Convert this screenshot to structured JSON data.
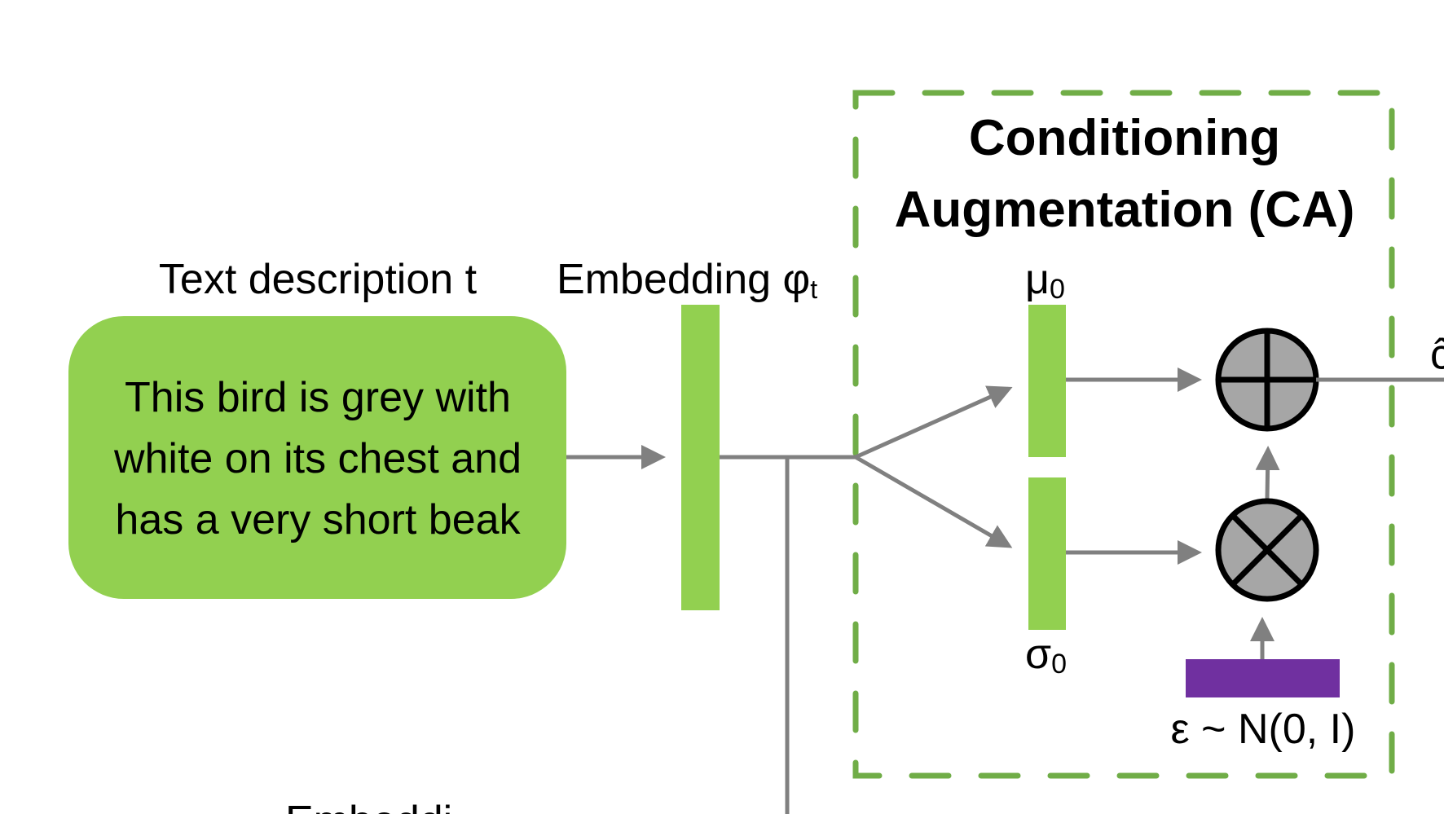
{
  "colors": {
    "green_fill": "#92D050",
    "dash_green": "#70AD47",
    "arrow_gray": "#808080",
    "circle_fill": "#A6A6A6",
    "purple": "#7030A0",
    "text": "#000000"
  },
  "text_description": {
    "label": "Text description t",
    "lines": [
      "This bird is grey with",
      "white on its chest and",
      "has a very short beak"
    ]
  },
  "embedding": {
    "label": "Embedding φ",
    "subscript": "t"
  },
  "ca_block": {
    "title_line1": "Conditioning",
    "title_line2": "Augmentation (CA)"
  },
  "mu": {
    "symbol": "μ",
    "subscript": "0"
  },
  "sigma": {
    "symbol": "σ",
    "subscript": "0"
  },
  "operators": {
    "add": "plus-operator",
    "multiply": "times-operator"
  },
  "noise": {
    "label": "ε ~ N(0, I)"
  },
  "output": {
    "label_partial": "ĉ"
  },
  "bottom_label_partial": "Embeddi"
}
